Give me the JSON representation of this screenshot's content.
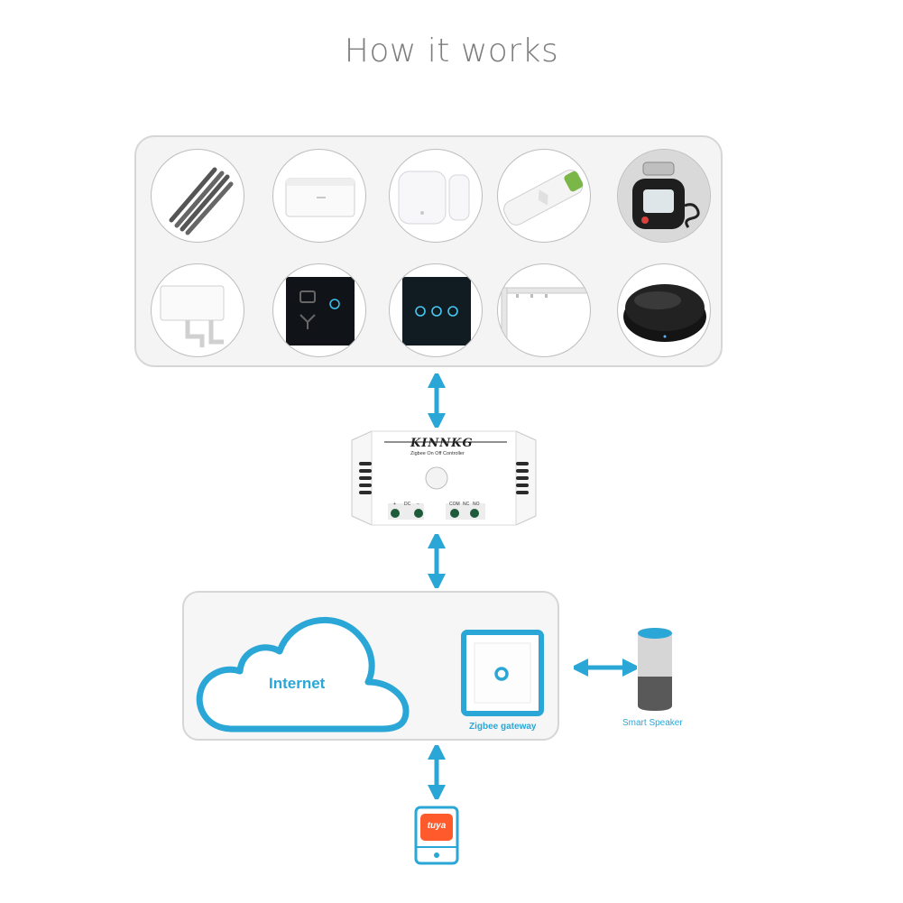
{
  "title": "How it works",
  "devices": {
    "row1": [
      {
        "icon": "antenna-rods-icon"
      },
      {
        "icon": "white-hub-box-icon"
      },
      {
        "icon": "door-window-sensor-icon"
      },
      {
        "icon": "curtain-motor-icon"
      },
      {
        "icon": "water-valve-controller-icon"
      }
    ],
    "row2": [
      {
        "icon": "white-hub-cable-icon"
      },
      {
        "icon": "socket-switch-panel-icon"
      },
      {
        "icon": "triple-touch-switch-icon"
      },
      {
        "icon": "curtain-track-icon"
      },
      {
        "icon": "ir-remote-hub-icon"
      }
    ]
  },
  "controller": {
    "brand": "KINNKG",
    "model": "Zigbee On Off  Controller",
    "terminals": [
      "+",
      "DC",
      "−",
      "COM",
      "NC",
      "NO"
    ]
  },
  "hub": {
    "internet_label": "Internet",
    "gateway_label": "Zigbee gateway"
  },
  "speaker_label": "Smart Speaker",
  "app_label": "tuya",
  "colors": {
    "accent_blue": "#2aa7d6",
    "app_orange": "#ff5a2c",
    "panel_border": "#d6d6d6"
  }
}
